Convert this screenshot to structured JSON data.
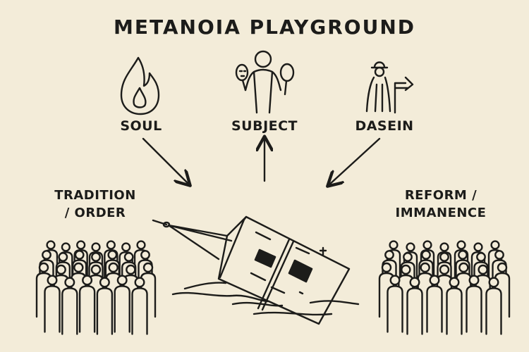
{
  "title": "METANOIA PLAYGROUND",
  "nodes": {
    "soul": {
      "label": "SOUL",
      "icon": "flame-icon"
    },
    "subject": {
      "label": "SUBJECT",
      "icon": "person-with-masks-icon"
    },
    "dasein": {
      "label": "DASEIN",
      "icon": "person-with-signpost-icon"
    }
  },
  "sides": {
    "left": {
      "line1": "TRADITION",
      "line2": "/ ORDER"
    },
    "right": {
      "line1": "REFORM /",
      "line2": "IMMANENCE"
    }
  },
  "colors": {
    "background": "#f3ecd9",
    "ink": "#1c1c1a"
  }
}
